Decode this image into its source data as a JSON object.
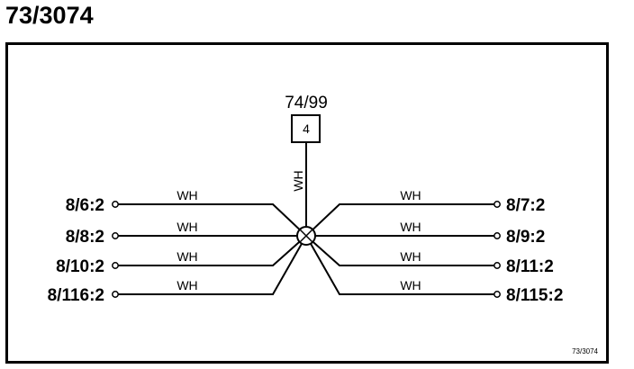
{
  "page_title": "73/3074",
  "connector": {
    "label": "74/99",
    "pin": "4",
    "wire_color": "WH"
  },
  "left_terminals": [
    {
      "label": "8/6:2",
      "wire": "WH"
    },
    {
      "label": "8/8:2",
      "wire": "WH"
    },
    {
      "label": "8/10:2",
      "wire": "WH"
    },
    {
      "label": "8/116:2",
      "wire": "WH"
    }
  ],
  "right_terminals": [
    {
      "label": "8/7:2",
      "wire": "WH"
    },
    {
      "label": "8/9:2",
      "wire": "WH"
    },
    {
      "label": "8/11:2",
      "wire": "WH"
    },
    {
      "label": "8/115:2",
      "wire": "WH"
    }
  ],
  "footer_ref": "73/3074"
}
